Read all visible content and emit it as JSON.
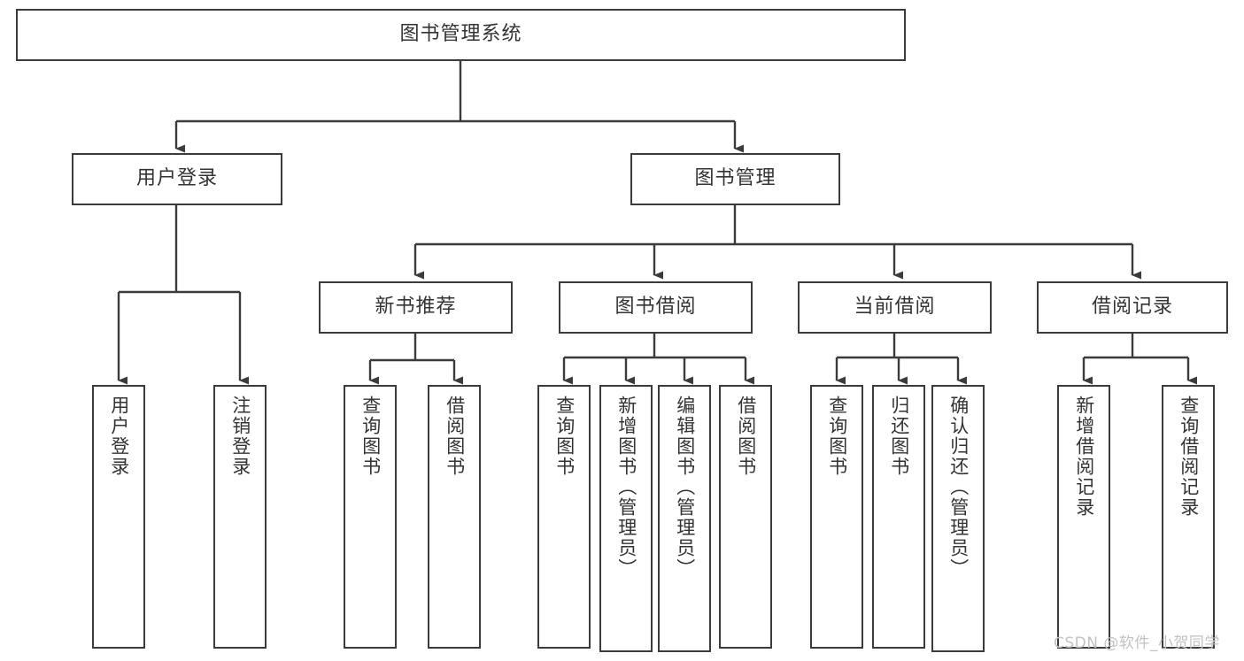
{
  "diagram": {
    "title": "图书管理系统",
    "type": "tree-hierarchy-chart",
    "stroke_color": "#3b3b3b",
    "text_color": "#333333",
    "background": "#ffffff"
  },
  "root": {
    "label": "图书管理系统"
  },
  "level1": [
    {
      "label": "用户登录"
    },
    {
      "label": "图书管理"
    }
  ],
  "level2": [
    {
      "label": "新书推荐"
    },
    {
      "label": "图书借阅"
    },
    {
      "label": "当前借阅"
    },
    {
      "label": "借阅记录"
    }
  ],
  "leaves": {
    "user_login": [
      {
        "label": "用户登录"
      },
      {
        "label": "注销登录"
      }
    ],
    "new_book_recommend": [
      {
        "label": "查询图书"
      },
      {
        "label": "借阅图书"
      }
    ],
    "book_borrow": [
      {
        "label": "查询图书"
      },
      {
        "label": "新增图书（管理员）"
      },
      {
        "label": "编辑图书（管理员）"
      },
      {
        "label": "借阅图书"
      }
    ],
    "current_borrow": [
      {
        "label": "查询图书"
      },
      {
        "label": "归还图书"
      },
      {
        "label": "确认归还（管理员）"
      }
    ],
    "borrow_record": [
      {
        "label": "新增借阅记录"
      },
      {
        "label": "查询借阅记录"
      }
    ]
  },
  "watermark": {
    "text": "CSDN @软件_小贺同学"
  }
}
